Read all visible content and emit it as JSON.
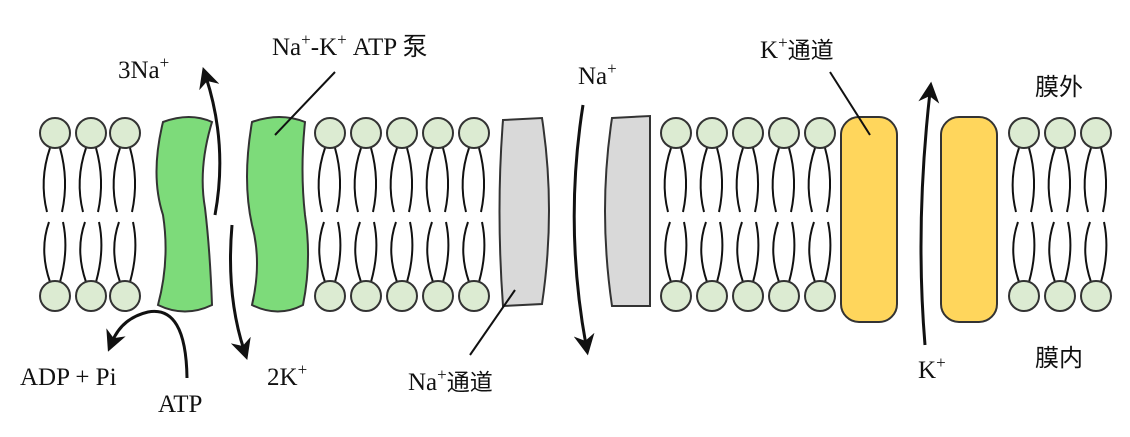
{
  "labels": {
    "na_left": "3Na",
    "na_left_sup": "+",
    "pump_na": "Na",
    "pump_na_sup": "+",
    "pump_mid": "-K",
    "pump_k_sup": "+",
    "pump_atp": "ATP 泵",
    "k_bottom": "2K",
    "k_bottom_sup": "+",
    "adp": "ADP + Pi",
    "atp": "ATP",
    "na_channel": "Na",
    "na_channel_sup": "+",
    "na_channel_text": "通道",
    "na_top": "Na",
    "na_top_sup": "+",
    "k_channel": "K",
    "k_channel_sup": "+",
    "k_channel_text": "通道",
    "k_right": "K",
    "k_right_sup": "+",
    "outside": "膜外",
    "inside": "膜内"
  },
  "colors": {
    "pump": "#7ddb7a",
    "na_channel": "#d9d9d9",
    "k_channel": "#ffd65c",
    "lipid_head": "#dcebd2",
    "stroke": "#333333"
  }
}
